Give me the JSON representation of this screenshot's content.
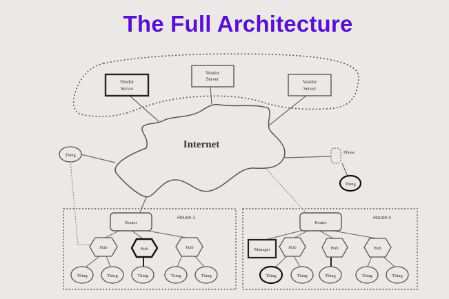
{
  "title": "The Full Architecture",
  "colors": {
    "title": "#5a0fd0",
    "background": "#ebe9e7",
    "stroke": "#666666",
    "stroke_bold": "#111111"
  },
  "cloud": {
    "vendor_servers": [
      {
        "label_line1": "Vendor",
        "label_line2": "Server",
        "emphasis": "bold"
      },
      {
        "label_line1": "Vendor",
        "label_line2": "Server",
        "emphasis": "normal"
      },
      {
        "label_line1": "Vendor",
        "label_line2": "Server",
        "emphasis": "normal"
      }
    ]
  },
  "internet": {
    "label": "Internet"
  },
  "external": {
    "left_thing": {
      "label": "Thing"
    },
    "phone": {
      "label": "Phone"
    },
    "phone_thing": {
      "label": "Thing"
    }
  },
  "houses": [
    {
      "label": "House 1",
      "router": {
        "label": "Router"
      },
      "hubs": [
        {
          "label": "Hub",
          "emphasis": "normal",
          "things": [
            {
              "label": "Thing"
            },
            {
              "label": "Thing"
            }
          ]
        },
        {
          "label": "Hub",
          "emphasis": "bold",
          "things": [
            {
              "label": "Thing"
            }
          ]
        },
        {
          "label": "Hub",
          "emphasis": "normal",
          "things": [
            {
              "label": "Thing"
            },
            {
              "label": "Thing"
            }
          ]
        }
      ]
    },
    {
      "label": "House n",
      "router": {
        "label": "Router"
      },
      "manager": {
        "label": "Manager"
      },
      "hubs": [
        {
          "label": "Hub",
          "emphasis": "normal",
          "things": [
            {
              "label": "Thing",
              "emphasis": "bold"
            },
            {
              "label": "Thing"
            }
          ]
        },
        {
          "label": "Hub",
          "emphasis": "normal",
          "things": [
            {
              "label": "Thing"
            }
          ]
        },
        {
          "label": "Hub",
          "emphasis": "normal",
          "things": [
            {
              "label": "Thing"
            },
            {
              "label": "Thing"
            }
          ]
        }
      ]
    }
  ]
}
